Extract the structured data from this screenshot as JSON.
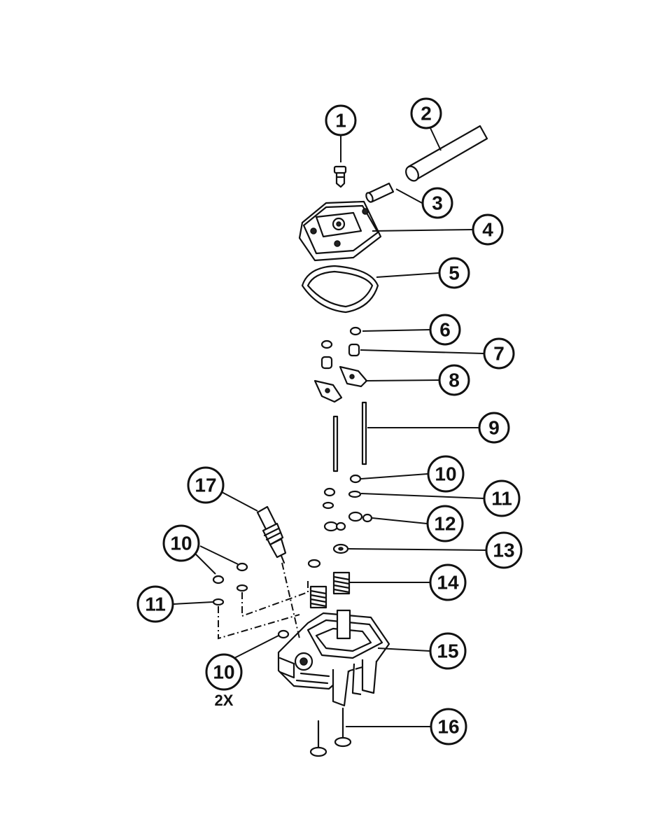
{
  "callouts": [
    {
      "id": "c1",
      "label": "1"
    },
    {
      "id": "c2",
      "label": "2"
    },
    {
      "id": "c3",
      "label": "3"
    },
    {
      "id": "c4",
      "label": "4"
    },
    {
      "id": "c5",
      "label": "5"
    },
    {
      "id": "c6",
      "label": "6"
    },
    {
      "id": "c7",
      "label": "7"
    },
    {
      "id": "c8",
      "label": "8"
    },
    {
      "id": "c9",
      "label": "9"
    },
    {
      "id": "c10a",
      "label": "10"
    },
    {
      "id": "c11a",
      "label": "11"
    },
    {
      "id": "c12",
      "label": "12"
    },
    {
      "id": "c13",
      "label": "13"
    },
    {
      "id": "c14",
      "label": "14"
    },
    {
      "id": "c15",
      "label": "15"
    },
    {
      "id": "c16",
      "label": "16"
    },
    {
      "id": "c17",
      "label": "17"
    },
    {
      "id": "c10b",
      "label": "10"
    },
    {
      "id": "c11b",
      "label": "11"
    },
    {
      "id": "c10c",
      "label": "10"
    }
  ],
  "quantity_note": "2X"
}
